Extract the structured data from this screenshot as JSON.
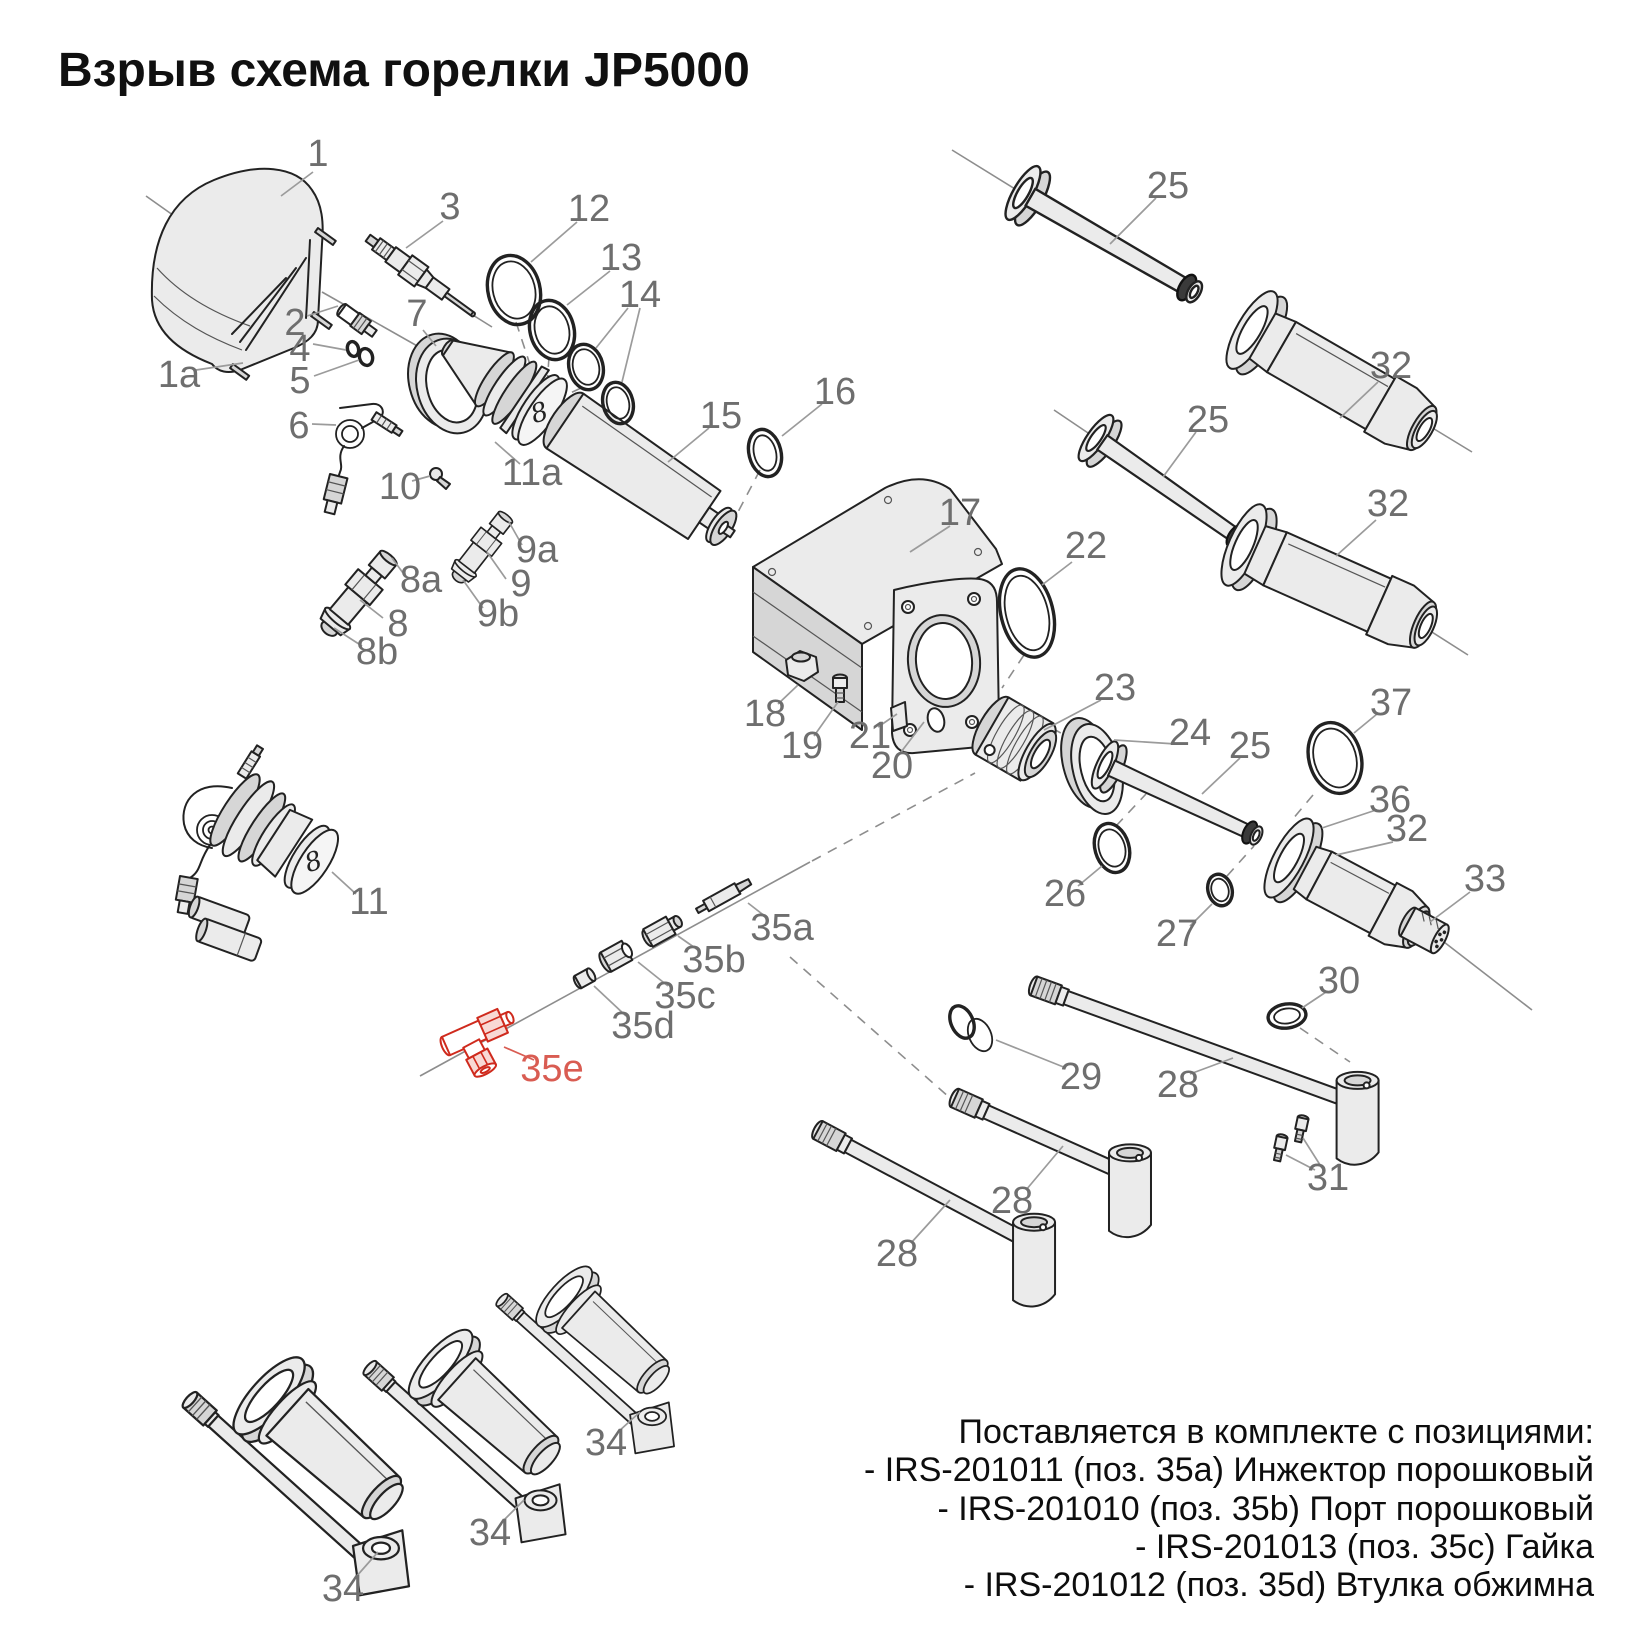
{
  "title": "Взрыв схема горелки JP5000",
  "note": {
    "header": "Поставляется в комплекте с позициями:",
    "items": [
      "- IRS-201011 (поз. 35a) Инжектор порошковый",
      "- IRS-201010 (поз. 35b) Порт порошковый",
      "- IRS-201013 (поз. 35c) Гайка",
      "- IRS-201012 (поз. 35d) Втулка обжимна"
    ]
  },
  "cap_marking": "8",
  "colors": {
    "background": "#ffffff",
    "outline": "#222222",
    "part_fill": "#ebebeb",
    "label_gray": "#6e6e6e",
    "leader_gray": "#9b9b9b",
    "highlight_red": "#cf2a1d",
    "highlight_label_red": "#d95c52",
    "title_black": "#101010"
  },
  "labels": {
    "n1": "1",
    "n1a": "1a",
    "n2": "2",
    "n3": "3",
    "n4": "4",
    "n5": "5",
    "n6": "6",
    "n7": "7",
    "n8": "8",
    "n8a": "8a",
    "n8b": "8b",
    "n9": "9",
    "n9a": "9a",
    "n9b": "9b",
    "n10": "10",
    "n11": "11",
    "n11a": "11a",
    "n12": "12",
    "n13": "13",
    "n14": "14",
    "n15": "15",
    "n16": "16",
    "n17": "17",
    "n18": "18",
    "n19": "19",
    "n20": "20",
    "n21": "21",
    "n22": "22",
    "n23": "23",
    "n24": "24",
    "n25": "25",
    "n26": "26",
    "n27": "27",
    "n28": "28",
    "n29": "29",
    "n30": "30",
    "n31": "31",
    "n32": "32",
    "n33": "33",
    "n34": "34",
    "n35a": "35a",
    "n35b": "35b",
    "n35c": "35c",
    "n35d": "35d",
    "n35e": "35e",
    "n36": "36",
    "n37": "37"
  }
}
